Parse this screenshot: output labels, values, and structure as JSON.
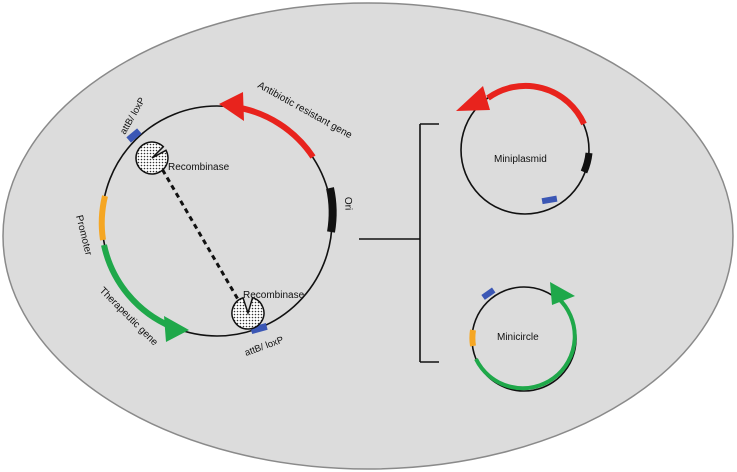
{
  "colors": {
    "cell_fill": "#dcdcdc",
    "cell_stroke": "#8a8a8a",
    "backbone": "#111111",
    "antibiotic": "#e8231d",
    "therapeutic": "#1fa84a",
    "promoter": "#f5a623",
    "att_site": "#3b57b5",
    "ori": "#111111"
  },
  "parental": {
    "antibiotic_label": "Antibiotic resistant gene",
    "ori_label": "Ori",
    "promoter_label": "Promoter",
    "therapeutic_label": "Therapeutic gene",
    "att_top_label": "attB/ loxP",
    "att_bottom_label": "attB/ loxP",
    "recombinase_top_label": "Recombinase",
    "recombinase_bottom_label": "Recombinase"
  },
  "miniplasmid": {
    "label": "Miniplasmid"
  },
  "minicircle": {
    "label": "Minicircle"
  },
  "icons": {
    "recombinase": "pacman-dotted-enzyme-icon",
    "arrowhead": "triangle-arrowhead-icon"
  }
}
